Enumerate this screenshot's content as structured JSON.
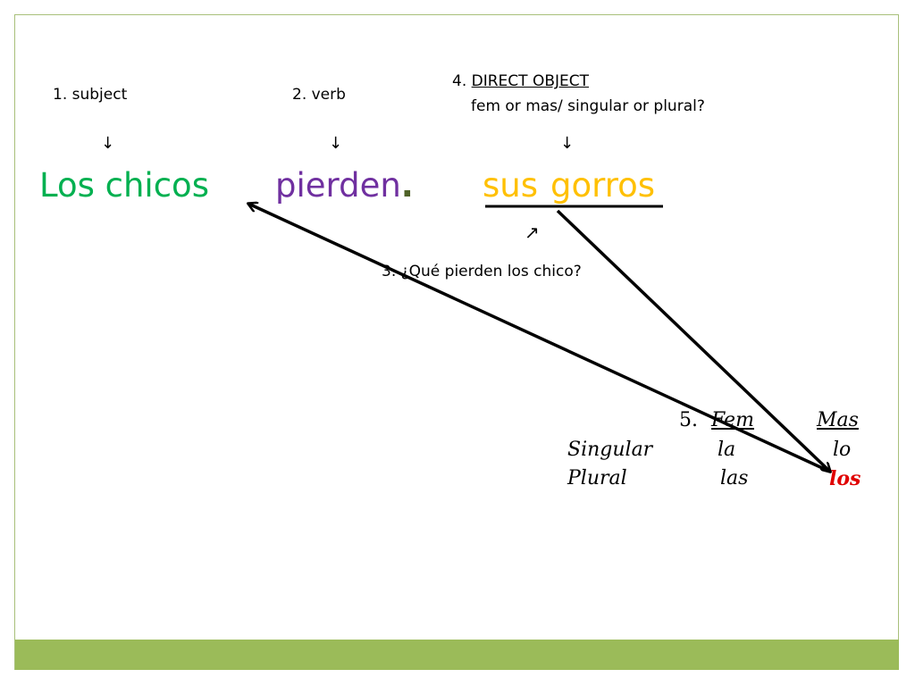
{
  "labels": {
    "subject": "1. subject",
    "verb": "2. verb",
    "direct_object_num": "4. ",
    "direct_object": "DIRECT OBJECT",
    "direct_object_sub": "fem or mas/ singular or plural?",
    "question": "3. ¿Qué pierden los chico?"
  },
  "arrows": {
    "down": "↓",
    "up_right": "↗"
  },
  "sentence": {
    "subject": "Los chicos",
    "verb": "pierden",
    "period": ".",
    "possessive": "sus",
    "object": "gorros"
  },
  "table": {
    "header_num": "5.",
    "header_fem": "Fem",
    "header_mas": "Mas",
    "row1_label": "Singular",
    "row1_fem": "la",
    "row1_mas": "lo",
    "row2_label": "Plural",
    "row2_fem": "las",
    "row2_mas": "los"
  },
  "colors": {
    "subject": "#00b050",
    "verb": "#7030a0",
    "period": "#4f6228",
    "object": "#ffc000",
    "answer": "#e00000",
    "footer": "#9bbb59"
  }
}
